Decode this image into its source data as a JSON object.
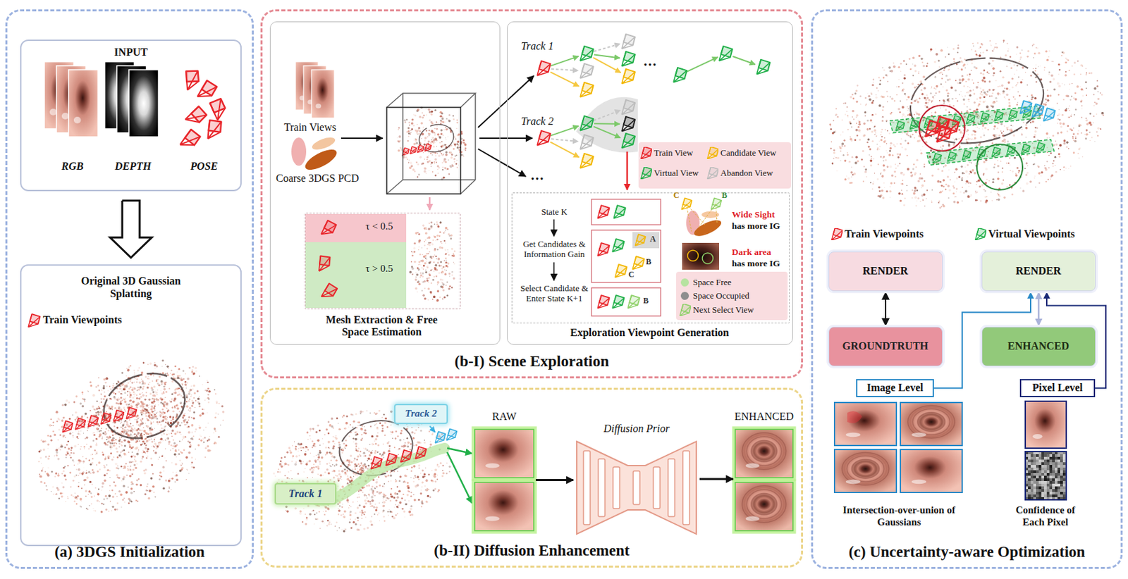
{
  "diagram": {
    "nodes": [
      {
        "text": [
          "(a) 3DGS Initialization"
        ]
      },
      {
        "text": [
          "INPUT",
          "RGB",
          "DEPTH",
          "POSE"
        ],
        "in": 0
      },
      {
        "text": [
          "Original 3D Gaussian Splatting",
          "Train Viewpoints"
        ],
        "in": 0
      },
      {
        "text": [
          "(b-I) Scene Exploration"
        ]
      },
      {
        "text": [
          "Train Views",
          "Coarse 3DGS PCD"
        ],
        "in": 3
      },
      {
        "text": [
          "τ < 0.5",
          "τ > 0.5",
          "Mesh Extraction & Free Space Estimation"
        ],
        "in": 4
      },
      {
        "text": [
          "Exploration Viewpoint Generation"
        ],
        "in": 3
      },
      {
        "text": [
          "State K",
          "Get Candidates & Information Gain",
          "Select Candidate & Enter State K+1"
        ],
        "in": 6
      },
      {
        "text": [
          "(b-II) Diffusion Enhancement"
        ]
      },
      {
        "text": [
          "Track 2"
        ],
        "in": 8
      },
      {
        "text": [
          "Track 1"
        ],
        "in": 8
      },
      {
        "text": [
          "RAW"
        ],
        "in": 8
      },
      {
        "text": [
          "Diffusion Prior"
        ],
        "in": 8
      },
      {
        "text": [
          "ENHANCED"
        ],
        "in": 8
      },
      {
        "text": [
          "(c) Uncertainty-aware Optimization"
        ]
      },
      {
        "text": [
          "RENDER"
        ],
        "in": 14
      },
      {
        "text": [
          "GROUNDTRUTH"
        ],
        "in": 14
      },
      {
        "text": [
          "RENDER"
        ],
        "in": 14
      },
      {
        "text": [
          "ENHANCED"
        ],
        "in": 14
      },
      {
        "text": [
          "Image Level"
        ],
        "in": 14
      },
      {
        "text": [
          "Pixel Level"
        ],
        "in": 14
      }
    ],
    "edges": [
      {
        "from": 1,
        "to": 2,
        "arrow": "to"
      },
      {
        "from": 11,
        "to": 12,
        "arrow": "to"
      },
      {
        "from": 12,
        "to": 13,
        "arrow": "to"
      },
      {
        "from": 15,
        "to": 16,
        "arrow": "both"
      },
      {
        "from": 17,
        "to": 18,
        "arrow": "both"
      },
      {
        "from": 19,
        "to": 17,
        "arrow": "to"
      },
      {
        "from": 20,
        "to": 17,
        "arrow": "to"
      }
    ],
    "labels": [
      "Track 1",
      "Track 2",
      "…",
      "…",
      "A",
      "B",
      "C",
      "B",
      "C",
      "B",
      "Wide Sight",
      "has more IG",
      "Dark area",
      "has more IG",
      "Intersection-over-union of Gaussians",
      "Confidence of Each Pixel"
    ],
    "legend": [
      {
        "text": "Train View"
      },
      {
        "text": "Candidate View"
      },
      {
        "text": "Virtual View"
      },
      {
        "text": "Abandon View"
      },
      {
        "text": "Space Free",
        "color": "#b7e3a1"
      },
      {
        "text": "Space Occupied",
        "color": "#8e8e8e"
      },
      {
        "text": "Next Select View"
      },
      {
        "text": "Train Viewpoints"
      },
      {
        "text": "Virtual Viewpoints"
      }
    ]
  }
}
